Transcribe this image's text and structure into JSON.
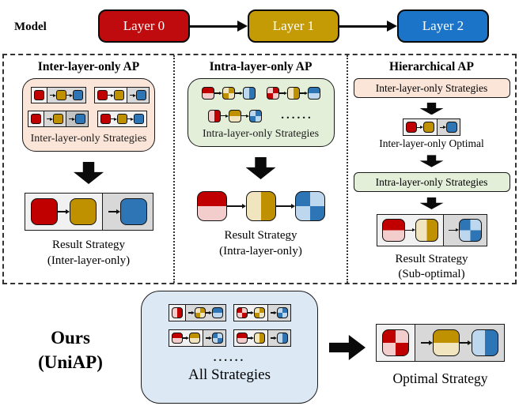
{
  "palette": {
    "layer_red": "#C00B0E",
    "layer_gold": "#C49A05",
    "layer_blue": "#1B74C8",
    "red_dark": "#C00000",
    "red_light": "#F3CCCC",
    "gold_dark": "#BF9000",
    "gold_light": "#F0E5BE",
    "blue_dark": "#2E75B6",
    "blue_light": "#BDD7EE",
    "peach_bg": "#FBE5D8",
    "green_bg": "#E3EFD9",
    "panel_blue_bg": "#DCE9F5",
    "segment_light": "#F1F1F1",
    "segment_gray": "#D8D8D8"
  },
  "model": {
    "label": "Model",
    "layers": [
      "Layer 0",
      "Layer 1",
      "Layer 2"
    ]
  },
  "panels": {
    "inter": {
      "title": "Inter-layer-only AP",
      "strategies_label": "Inter-layer-only Strategies",
      "result_line1": "Result Strategy",
      "result_line2": "(Inter-layer-only)",
      "minis": [
        {
          "frame": true,
          "segments": [
            {
              "shade": "light",
              "cells": [
                [
                  "red",
                  "solid"
                ]
              ]
            },
            {
              "shade": "gray",
              "cells": [
                [
                  "gold",
                  "solid"
                ],
                [
                  "blue",
                  "solid"
                ]
              ]
            }
          ]
        },
        {
          "frame": true,
          "segments": [
            {
              "shade": "light",
              "cells": [
                [
                  "red",
                  "solid"
                ],
                [
                  "gold",
                  "solid"
                ]
              ]
            },
            {
              "shade": "gray",
              "cells": [
                [
                  "blue",
                  "solid"
                ]
              ]
            }
          ]
        },
        {
          "frame": true,
          "segments": [
            {
              "shade": "light",
              "cells": [
                [
                  "red",
                  "solid"
                ]
              ]
            },
            {
              "shade": "gray",
              "cells": [
                [
                  "gold",
                  "solid"
                ]
              ]
            },
            {
              "shade": "gray2",
              "cells": [
                [
                  "blue",
                  "solid"
                ]
              ]
            }
          ]
        },
        {
          "frame": true,
          "segments": [
            {
              "shade": "light",
              "cells": [
                [
                  "red",
                  "solid"
                ],
                [
                  "gold",
                  "solid"
                ],
                [
                  "blue",
                  "solid"
                ]
              ]
            }
          ]
        }
      ],
      "result": {
        "frame": true,
        "segments": [
          {
            "shade": "light",
            "cells": [
              [
                "red",
                "solid"
              ],
              [
                "gold",
                "solid"
              ]
            ]
          },
          {
            "shade": "gray",
            "cells": [
              [
                "blue",
                "solid"
              ]
            ]
          }
        ]
      }
    },
    "intra": {
      "title": "Intra-layer-only AP",
      "strategies_label": "Intra-layer-only Strategies",
      "ellipsis": "......",
      "result_line1": "Result Strategy",
      "result_line2": "(Intra-layer-only)",
      "minis": [
        {
          "frame": false,
          "segments": [
            {
              "shade": "none",
              "cells": [
                [
                  "red",
                  "h"
                ],
                [
                  "gold",
                  "quad_r"
                ],
                [
                  "blue",
                  "v"
                ]
              ]
            }
          ]
        },
        {
          "frame": false,
          "segments": [
            {
              "shade": "none",
              "cells": [
                [
                  "red",
                  "quad_r"
                ],
                [
                  "gold",
                  "v"
                ],
                [
                  "blue",
                  "h"
                ]
              ]
            }
          ]
        },
        {
          "frame": false,
          "segments": [
            {
              "shade": "none",
              "cells": [
                [
                  "red",
                  "v"
                ],
                [
                  "gold",
                  "h"
                ],
                [
                  "blue",
                  "quad_r"
                ]
              ]
            }
          ]
        }
      ],
      "result": {
        "frame": false,
        "segments": [
          {
            "shade": "none",
            "cells": [
              [
                "red",
                "h"
              ],
              [
                "gold",
                "v"
              ],
              [
                "blue",
                "quad"
              ]
            ]
          }
        ]
      }
    },
    "hier": {
      "title": "Hierarchical AP",
      "inter_label": "Inter-layer-only Strategies",
      "optimal_caption": "Inter-layer-only Optimal",
      "intra_label": "Intra-layer-only Strategies",
      "result_line1": "Result Strategy",
      "result_line2": "(Sub-optimal)",
      "optimal": {
        "frame": true,
        "segments": [
          {
            "shade": "light",
            "cells": [
              [
                "red",
                "solid"
              ],
              [
                "gold",
                "solid"
              ]
            ]
          },
          {
            "shade": "gray",
            "cells": [
              [
                "blue",
                "solid"
              ]
            ]
          }
        ]
      },
      "result": {
        "frame": true,
        "segments": [
          {
            "shade": "light",
            "cells": [
              [
                "red",
                "h"
              ],
              [
                "gold",
                "v"
              ]
            ]
          },
          {
            "shade": "gray",
            "cells": [
              [
                "blue",
                "quad"
              ]
            ]
          }
        ]
      }
    }
  },
  "ours": {
    "name_line1": "Ours",
    "name_line2": "(UniAP)",
    "all_label": "All Strategies",
    "ellipsis": "......",
    "result_label": "Optimal Strategy",
    "minis": [
      {
        "frame": true,
        "segments": [
          {
            "shade": "light",
            "cells": [
              [
                "red",
                "v"
              ]
            ]
          },
          {
            "shade": "gray",
            "cells": [
              [
                "gold",
                "quad_r"
              ],
              [
                "blue",
                "h"
              ]
            ]
          }
        ]
      },
      {
        "frame": true,
        "segments": [
          {
            "shade": "light",
            "cells": [
              [
                "red",
                "quad"
              ],
              [
                "gold",
                "quad_r"
              ]
            ]
          },
          {
            "shade": "gray",
            "cells": [
              [
                "blue",
                "quad_r"
              ]
            ]
          }
        ]
      },
      {
        "frame": true,
        "segments": [
          {
            "shade": "light",
            "cells": [
              [
                "red",
                "h"
              ],
              [
                "gold",
                "h"
              ]
            ]
          },
          {
            "shade": "gray",
            "cells": [
              [
                "blue",
                "quad"
              ]
            ]
          }
        ]
      },
      {
        "frame": true,
        "segments": [
          {
            "shade": "light",
            "cells": [
              [
                "red",
                "h"
              ],
              [
                "gold",
                "v"
              ]
            ]
          },
          {
            "shade": "gray",
            "cells": [
              [
                "blue",
                "v"
              ]
            ]
          }
        ]
      }
    ],
    "result": {
      "frame": true,
      "segments": [
        {
          "shade": "light",
          "cells": [
            [
              "red",
              "quad"
            ]
          ]
        },
        {
          "shade": "gray",
          "cells": [
            [
              "gold",
              "h"
            ],
            [
              "blue",
              "v"
            ]
          ]
        }
      ]
    }
  }
}
